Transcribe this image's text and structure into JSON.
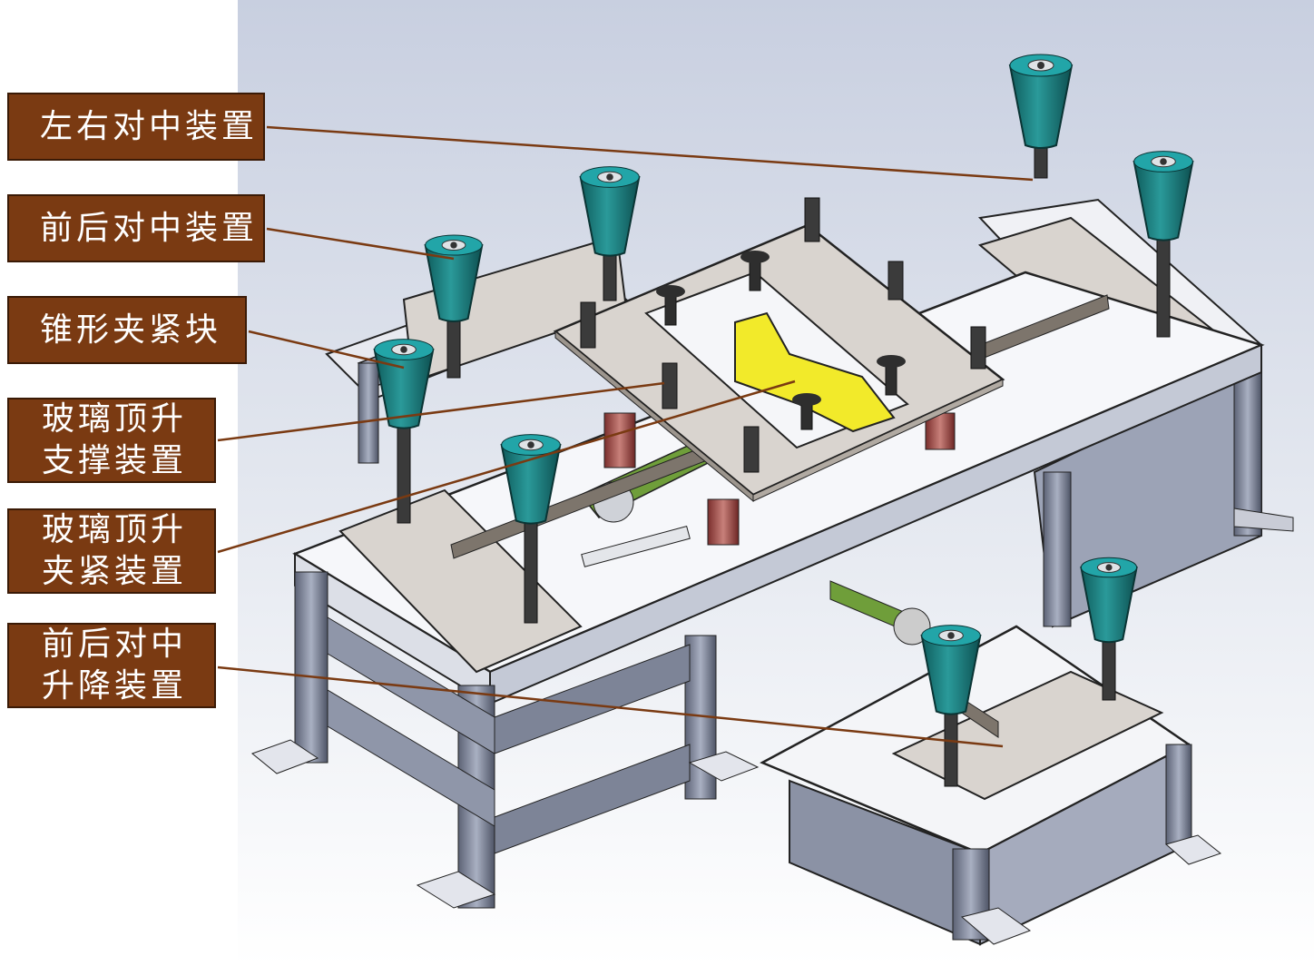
{
  "labels": [
    {
      "id": "lr-centering",
      "lines": [
        "左右对中装置"
      ]
    },
    {
      "id": "fb-centering",
      "lines": [
        "前后对中装置"
      ]
    },
    {
      "id": "cone-clamp",
      "lines": [
        "锥形夹紧块"
      ]
    },
    {
      "id": "glass-lift-support",
      "lines": [
        "玻璃顶升",
        "支撑装置"
      ]
    },
    {
      "id": "glass-lift-clamp",
      "lines": [
        "玻璃顶升",
        "夹紧装置"
      ]
    },
    {
      "id": "fb-centering-lift",
      "lines": [
        "前后对中",
        "升降装置"
      ]
    }
  ],
  "colors": {
    "label_bg": "#7a3a12",
    "leader": "#7a3a12",
    "cone": "#1a7d7d",
    "plate": "#d9d4cf",
    "frame": "#8d94a6",
    "yellow_part": "#f2ea2a",
    "belt": "#6f9e3a",
    "cylinder": "#b0605a"
  }
}
